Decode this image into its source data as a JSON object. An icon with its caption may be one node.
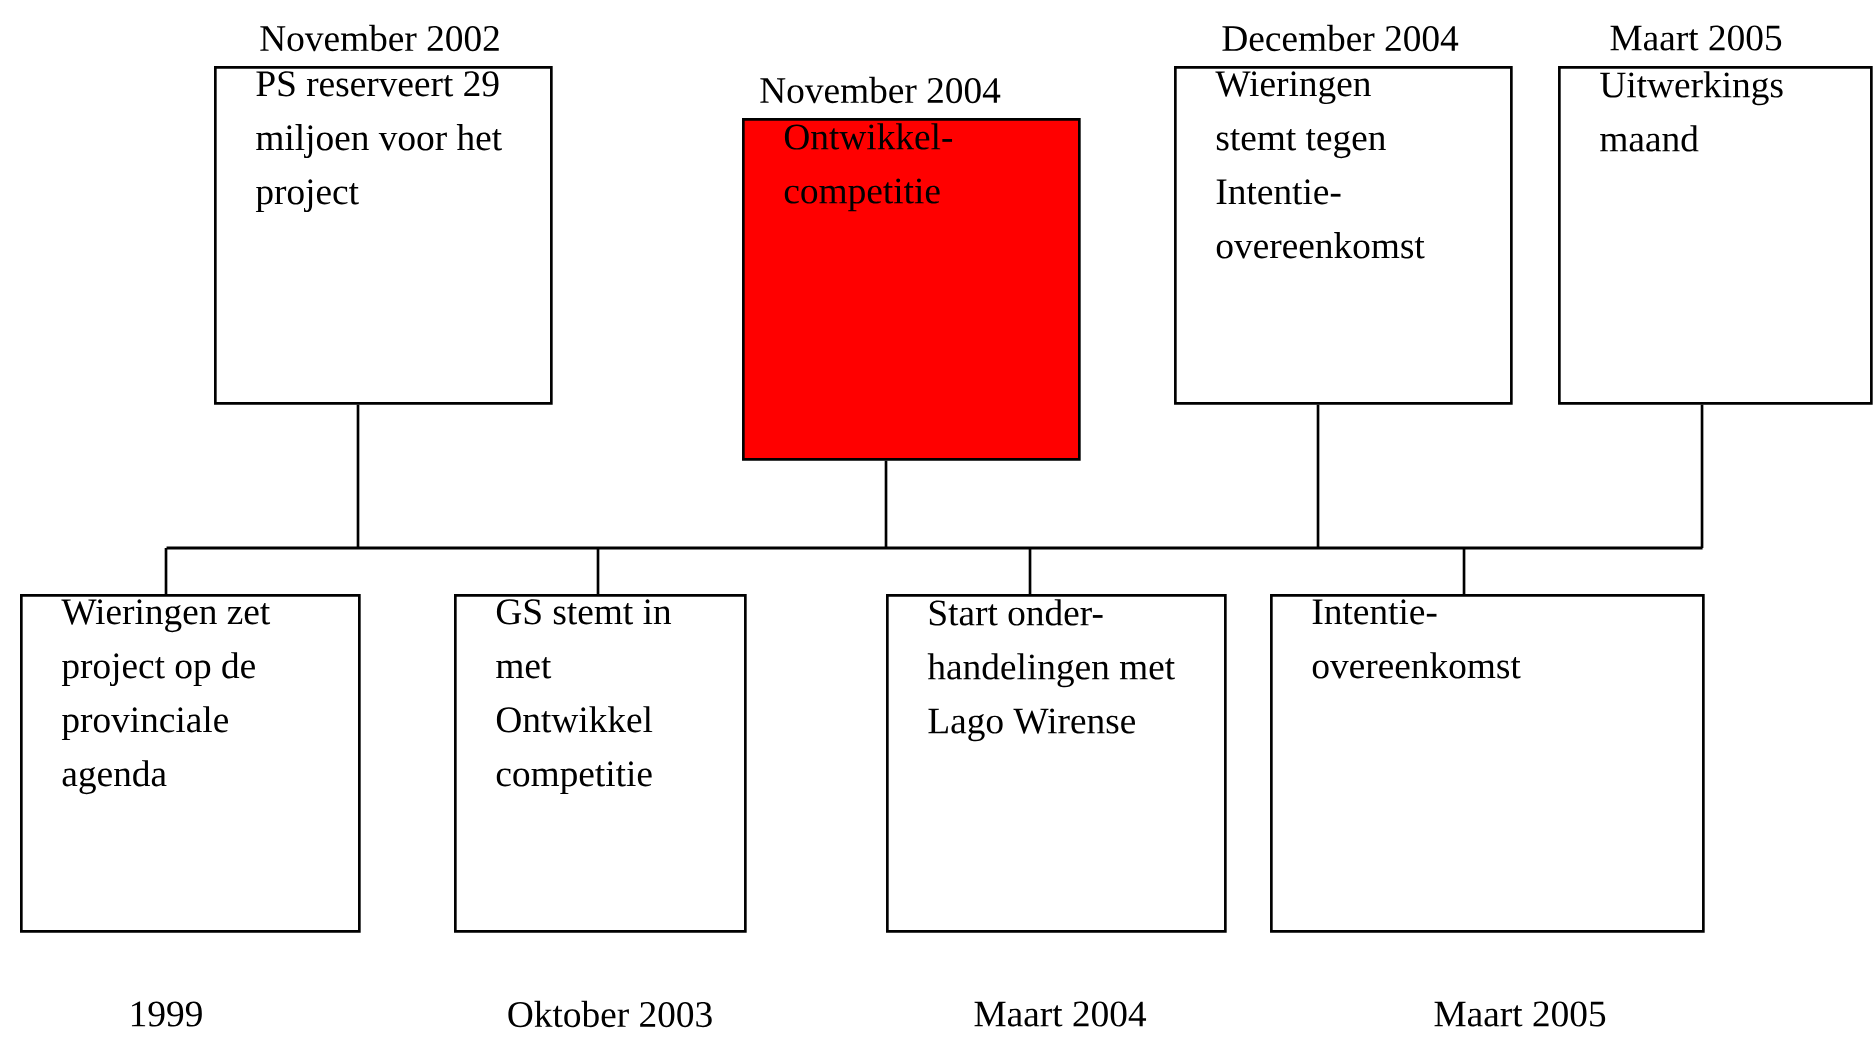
{
  "diagram": {
    "nodes": [
      {
        "text": [
          "PS reserveert 29 miljoen voor het project"
        ],
        "beside": [
          "November 2002"
        ]
      },
      {
        "text": [
          "Ontwikkel-competitie"
        ],
        "beside": [
          "November 2004"
        ]
      },
      {
        "text": [
          "Wieringen stemt tegen Intentie-overeenkomst"
        ],
        "beside": [
          "December 2004"
        ]
      },
      {
        "text": [
          "Uitwerkings maand"
        ],
        "beside": [
          "Maart 2005"
        ]
      },
      {
        "text": [],
        "shape": "bar"
      },
      {
        "text": [
          "Wieringen zet project op de provinciale agenda"
        ],
        "beside": [
          "1999"
        ]
      },
      {
        "text": [
          "GS stemt in met Ontwikkel competitie"
        ],
        "beside": [
          "Oktober 2003"
        ]
      },
      {
        "text": [
          "Start onder-handelingen met Lago Wirense"
        ],
        "beside": [
          "Maart 2004"
        ]
      },
      {
        "text": [
          "Intentie-overeenkomst"
        ],
        "beside": [
          "Maart 2005"
        ]
      }
    ],
    "edges": [
      {
        "from": 0,
        "to": 4,
        "arrow": "none"
      },
      {
        "from": 1,
        "to": 4,
        "arrow": "none"
      },
      {
        "from": 2,
        "to": 4,
        "arrow": "none"
      },
      {
        "from": 3,
        "to": 4,
        "arrow": "none"
      },
      {
        "from": 5,
        "to": 4,
        "arrow": "none"
      },
      {
        "from": 6,
        "to": 4,
        "arrow": "none"
      },
      {
        "from": 7,
        "to": 4,
        "arrow": "none"
      },
      {
        "from": 8,
        "to": 4,
        "arrow": "none"
      }
    ]
  }
}
